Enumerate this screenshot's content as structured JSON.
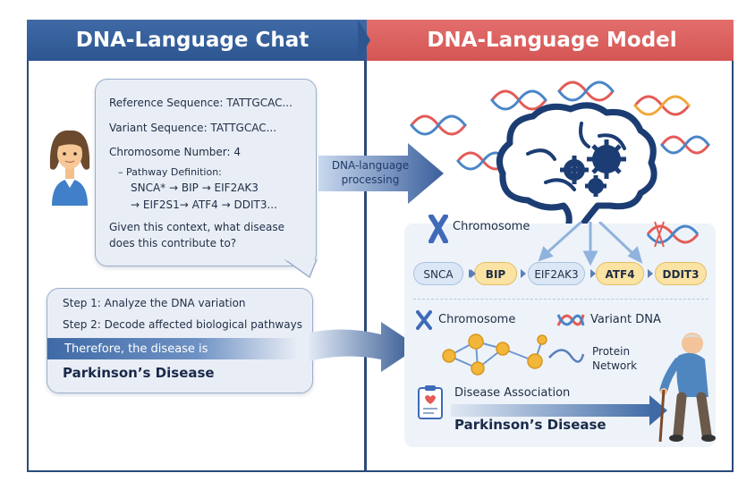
{
  "header": {
    "left_title": "DNA-Language Chat",
    "right_title": "DNA-Language Model"
  },
  "chat": {
    "question": {
      "reference": "Reference Sequence: TATTGCAC...",
      "variant": "Variant Sequence: TATTGCAC...",
      "chromosome": "Chromosome Number: 4",
      "pathway_label": "– Pathway Definition:",
      "pathway_line1": "SNCA* → BIP → EIF2AK3",
      "pathway_line2": "→ EIF2S1→ ATF4 → DDIT3...",
      "prompt_line1": "Given this context, what disease",
      "prompt_line2": "does this contribute to?"
    },
    "answer": {
      "step1": "Step 1:  Analyze the DNA variation",
      "step2": "Step 2:  Decode affected biological pathways",
      "therefore": "Therefore, the disease is",
      "result": "Parkinson’s Disease"
    }
  },
  "processing_label_line1": "DNA-language",
  "processing_label_line2": "processing",
  "model": {
    "chromosome_label": "Chromosome",
    "pathway": [
      "SNCA",
      "BIP",
      "EIF2AK3",
      "ATF4",
      "DDIT3"
    ],
    "chromosome_label2": "Chromosome",
    "variant_label": "Variant DNA",
    "protein_line1": "Protein",
    "protein_line2": "Network",
    "disease_assoc": "Disease Association",
    "disease_result": "Parkinson’s Disease"
  },
  "colors": {
    "header_left": "#2d5690",
    "header_right": "#d45654",
    "panel_border": "#2b4a7a",
    "pathway_highlight": "#fbe3a4",
    "node_gold": "#f2b73a"
  }
}
